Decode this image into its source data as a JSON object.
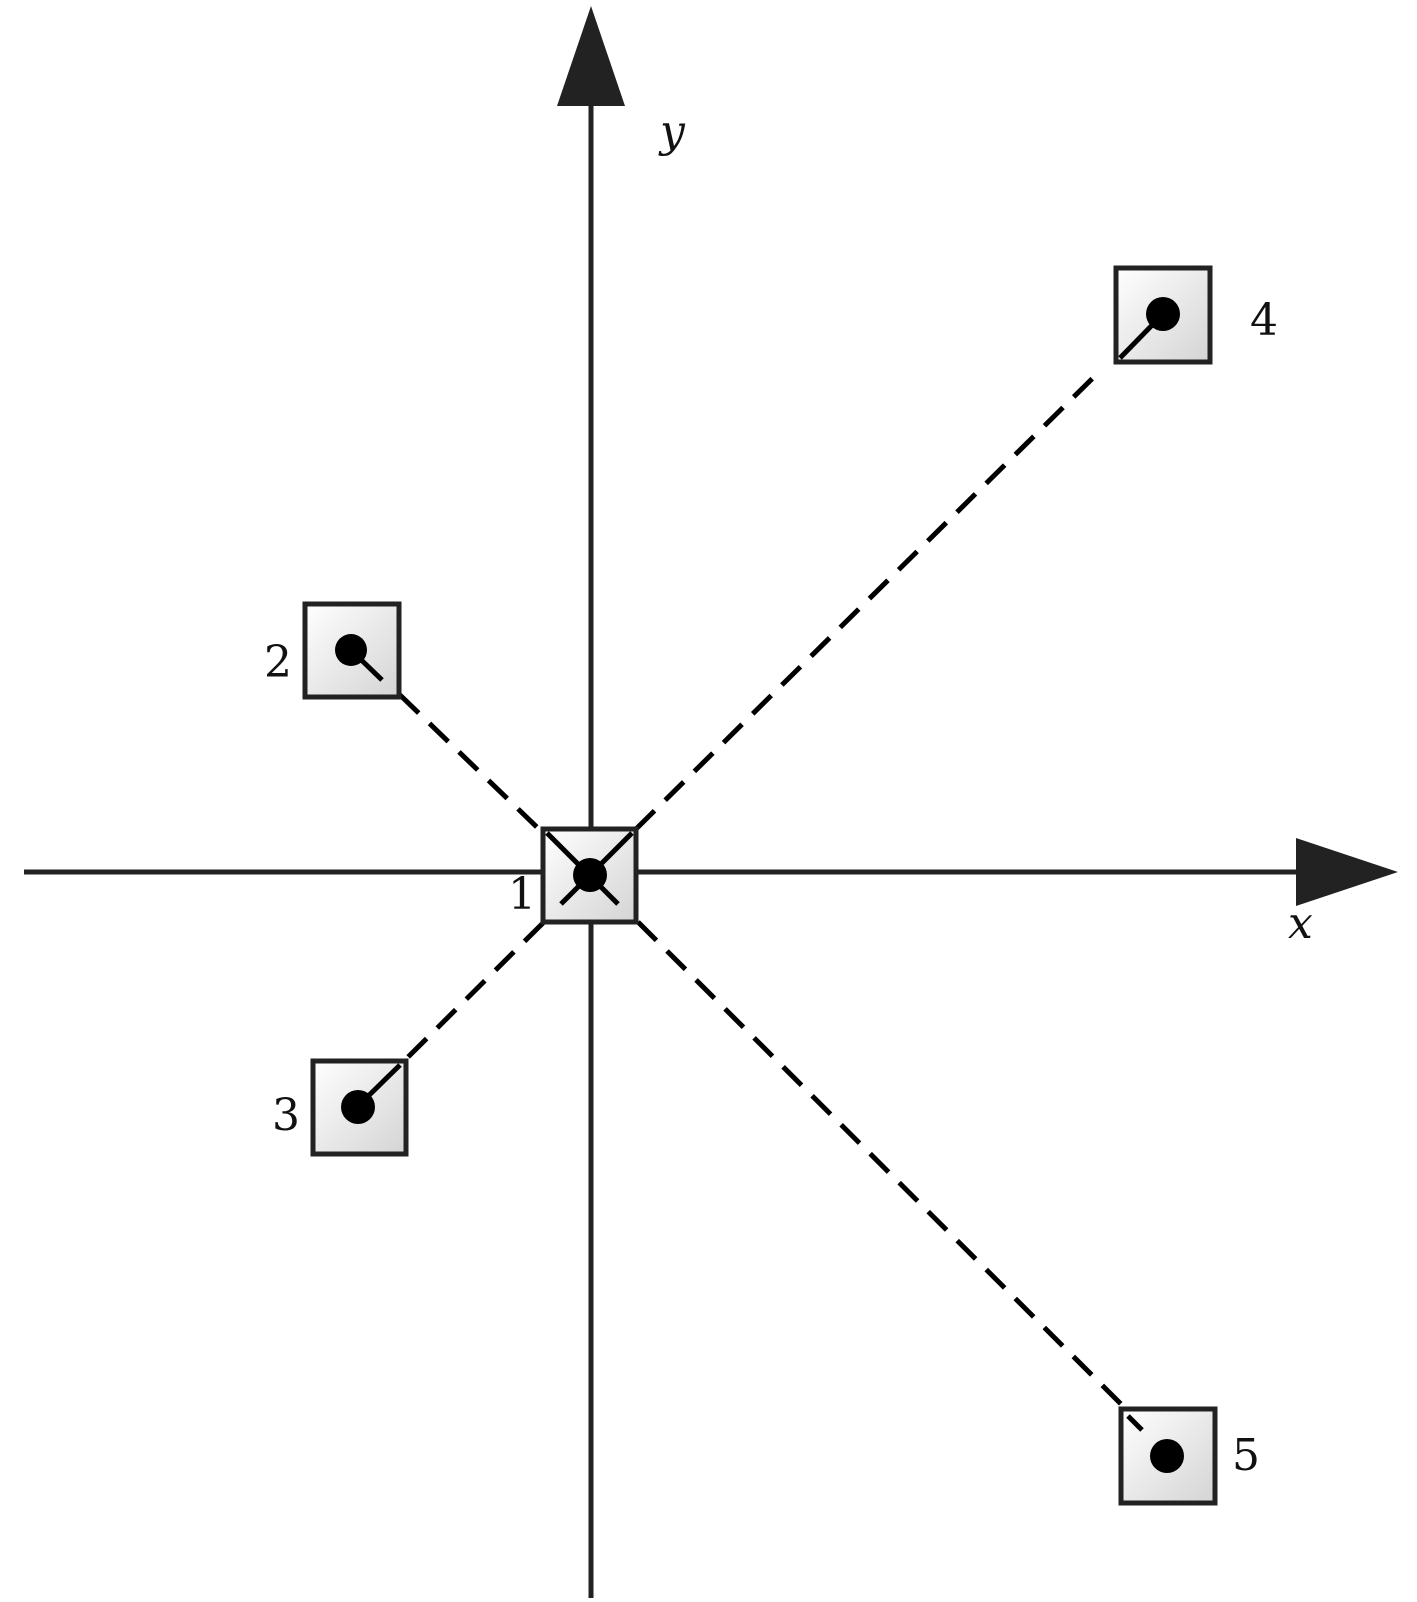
{
  "axes": {
    "x_label": "x",
    "y_label": "y"
  },
  "nodes": [
    {
      "id": "1",
      "label": "1"
    },
    {
      "id": "2",
      "label": "2"
    },
    {
      "id": "3",
      "label": "3"
    },
    {
      "id": "4",
      "label": "4"
    },
    {
      "id": "5",
      "label": "5"
    }
  ],
  "links": [
    {
      "from": "1",
      "to": "2"
    },
    {
      "from": "1",
      "to": "3"
    },
    {
      "from": "1",
      "to": "4"
    },
    {
      "from": "1",
      "to": "5"
    }
  ],
  "colors": {
    "line": "#222222",
    "box_fill_light": "#ffffff",
    "box_fill_dark": "#d4d4d4"
  }
}
